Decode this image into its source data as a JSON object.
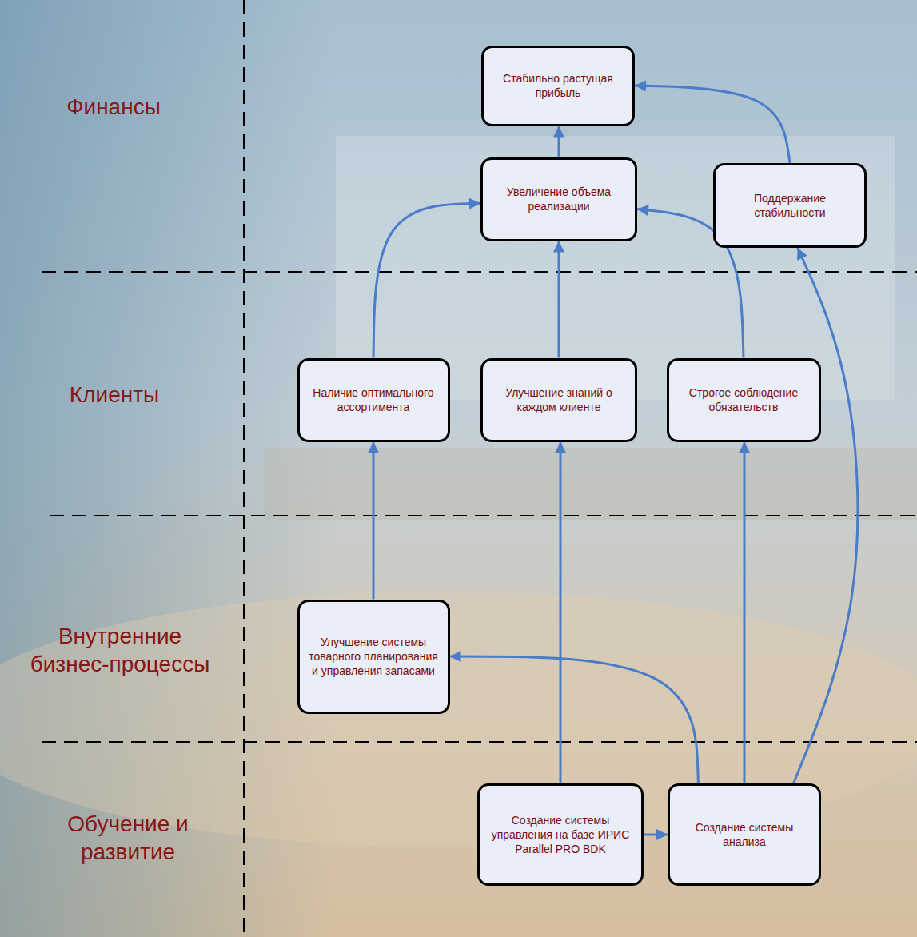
{
  "diagram": {
    "nodes": [
      {
        "text": [
          "Стабильно растущая прибыль"
        ]
      },
      {
        "text": [
          "Увеличение объема реализации"
        ]
      },
      {
        "text": [
          "Поддержание стабильности"
        ]
      },
      {
        "text": [
          "Наличие оптимального ассортимента"
        ]
      },
      {
        "text": [
          "Улучшение знаний о каждом клиенте"
        ]
      },
      {
        "text": [
          "Строгое соблюдение обязательств"
        ]
      },
      {
        "text": [
          "Улучшение системы товарного планирования и управления запасами"
        ]
      },
      {
        "text": [
          "Создание системы управления на базе ИРИС Parallel PRO BDK"
        ]
      },
      {
        "text": [
          "Создание системы анализа"
        ]
      }
    ],
    "edges": [
      {
        "from": 1,
        "to": 0,
        "arrow": "to"
      },
      {
        "from": 2,
        "to": 0,
        "arrow": "to"
      },
      {
        "from": 3,
        "to": 1,
        "arrow": "to"
      },
      {
        "from": 4,
        "to": 1,
        "arrow": "to"
      },
      {
        "from": 5,
        "to": 1,
        "arrow": "to"
      },
      {
        "from": 6,
        "to": 3,
        "arrow": "to"
      },
      {
        "from": 7,
        "to": 4,
        "arrow": "to"
      },
      {
        "from": 7,
        "to": 8,
        "arrow": "to"
      },
      {
        "from": 8,
        "to": 6,
        "arrow": "to"
      },
      {
        "from": 8,
        "to": 5,
        "arrow": "to"
      },
      {
        "from": 8,
        "to": 2,
        "arrow": "to"
      }
    ],
    "labels": [
      "Финансы",
      "Клиенты",
      "Внутренние бизнес-процессы",
      "Обучение и развитие"
    ]
  }
}
